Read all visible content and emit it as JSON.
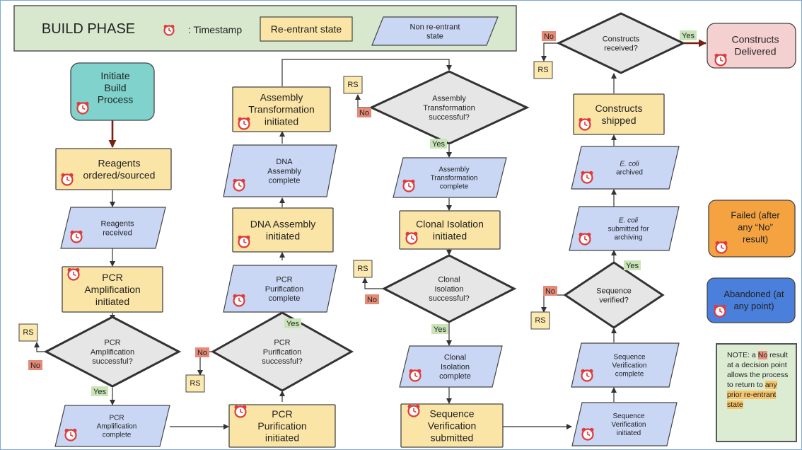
{
  "legend": {
    "title": "BUILD PHASE",
    "timestamp_label": ": Timestamp",
    "reentrant_label": "Re-entrant state",
    "nonreentrant_label": [
      "Non re-entrant",
      "state"
    ]
  },
  "colors": {
    "reentrant": "#fbe5a6",
    "nonreentrant": "#c9d7f5",
    "decision": "#e6e6e6",
    "yes_tag": "#c9e5b8",
    "no_tag": "#e58a77",
    "rs_box": "#fbe9b0",
    "initiate": "#7fd3cc",
    "delivered": "#f5d0d0",
    "failed": "#f4a340",
    "abandoned": "#4a7fdc",
    "legend_bg": "#d8e8cf",
    "arrow_main": "#7a2010"
  },
  "nodes": {
    "initiate": [
      "Initiate",
      "Build",
      "Process"
    ],
    "reagents_ordered": [
      "Reagents",
      "ordered/sourced"
    ],
    "reagents_received": [
      "Reagents",
      "received"
    ],
    "pcr_amp_initiated": [
      "PCR",
      "Amplification",
      "initiated"
    ],
    "pcr_amp_decision": [
      "PCR",
      "Amplification",
      "successful?"
    ],
    "pcr_amp_complete": [
      "PCR",
      "Amplification",
      "complete"
    ],
    "pcr_pur_initiated": [
      "PCR",
      "Purification",
      "initiated"
    ],
    "pcr_pur_decision": [
      "PCR",
      "Purification",
      "successful?"
    ],
    "pcr_pur_complete": [
      "PCR",
      "Purification",
      "complete"
    ],
    "dna_asm_initiated": [
      "DNA Assembly",
      "initiated"
    ],
    "dna_asm_complete": [
      "DNA",
      "Assembly",
      "complete"
    ],
    "asm_tr_initiated": [
      "Assembly",
      "Transformation",
      "initiated"
    ],
    "asm_tr_decision": [
      "Assembly",
      "Transformation",
      "successful?"
    ],
    "asm_tr_complete": [
      "Assembly",
      "Transformation",
      "complete"
    ],
    "clonal_initiated": [
      "Clonal Isolation",
      "initiated"
    ],
    "clonal_decision": [
      "Clonal",
      "Isolation",
      "successful?"
    ],
    "clonal_complete": [
      "Clonal",
      "Isolation",
      "complete"
    ],
    "seq_ver_submitted": [
      "Sequence",
      "Verification",
      "submitted"
    ],
    "seq_ver_initiated": [
      "Sequence",
      "Verification",
      "initiated"
    ],
    "seq_ver_complete": [
      "Sequence",
      "Verification",
      "complete"
    ],
    "seq_decision": [
      "Sequence",
      "verified?"
    ],
    "ecoli_submitted": [
      "E. coli",
      "submitted for",
      "archiving"
    ],
    "ecoli_archived": [
      "E. coli",
      "archived"
    ],
    "constructs_shipped": [
      "Constructs",
      "shipped"
    ],
    "constructs_decision": [
      "Constructs",
      "received?"
    ],
    "delivered": [
      "Constructs",
      "Delivered"
    ],
    "failed": [
      "Failed (after",
      "any “No”",
      "result)"
    ],
    "abandoned": [
      "Abandoned (at",
      "any point)"
    ]
  },
  "tags": {
    "yes": "Yes",
    "no": "No",
    "rs": "RS"
  },
  "note": {
    "parts": [
      "NOTE: a ",
      "No",
      " result at a decision point allows the process to return to ",
      "any prior re-entrant state"
    ]
  }
}
